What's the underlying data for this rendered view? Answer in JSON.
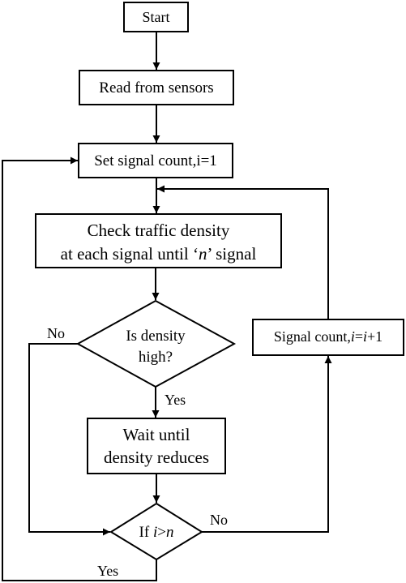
{
  "nodes": {
    "start": {
      "text": "Start"
    },
    "read": {
      "text": "Read from sensors"
    },
    "set_count": {
      "text": "Set signal count,i=1"
    },
    "check_line1": {
      "text": "Check traffic density"
    },
    "check_line2": {
      "pre": "at each signal until ‘",
      "var": "n",
      "post": "’ signal"
    },
    "density_q_line1": {
      "text": "Is density"
    },
    "density_q_line2": {
      "text": "high?"
    },
    "wait_line1": {
      "text": "Wait until"
    },
    "wait_line2": {
      "text": "density reduces"
    },
    "if_q": {
      "pre": "If ",
      "var1": "i",
      "op": ">",
      "var2": "n"
    },
    "increment": {
      "pre": "Signal count,",
      "var1": "i",
      "eq": "=",
      "var2": "i",
      "post": "+1"
    }
  },
  "edge_labels": {
    "density_no": "No",
    "density_yes": "Yes",
    "if_no": "No",
    "if_yes": "Yes"
  },
  "colors": {
    "stroke": "#000000",
    "background": "#ffffff"
  }
}
